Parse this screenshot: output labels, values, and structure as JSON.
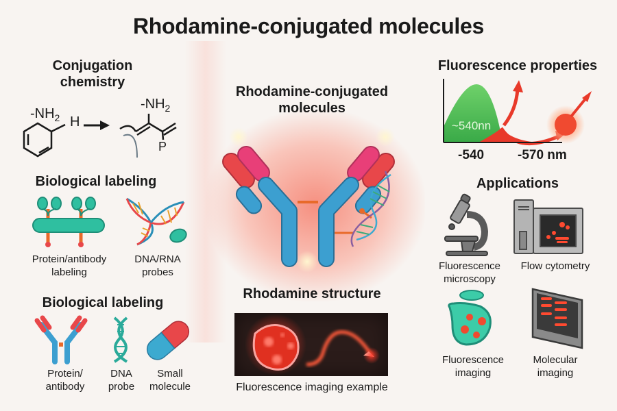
{
  "title": "Rhodamine-conjugated molecules",
  "sections": {
    "conjugation": {
      "heading": "Conjugation chemistry",
      "heading_lines": [
        "Conjugation",
        "chemistry"
      ],
      "reactant_group": "-NH2",
      "reactant_h": "H",
      "product_group": "-NH2",
      "product_p": "P"
    },
    "bio_labeling_1": {
      "heading": "Biological labeling",
      "items": [
        {
          "label_lines": [
            "Protein/antibody",
            "labeling"
          ],
          "icon": "protein-antibody-label-icon"
        },
        {
          "label_lines": [
            "DNA/RNA",
            "probes"
          ],
          "icon": "dna-rna-probe-icon"
        }
      ]
    },
    "bio_labeling_2": {
      "heading": "Biological labeling",
      "items": [
        {
          "label_lines": [
            "Protein/",
            "antibody"
          ],
          "icon": "antibody-icon"
        },
        {
          "label_lines": [
            "DNA",
            "probe"
          ],
          "icon": "dna-helix-icon"
        },
        {
          "label_lines": [
            "Small",
            "molecule"
          ],
          "icon": "capsule-icon"
        }
      ]
    },
    "center": {
      "heading_lines": [
        "Rhodamine-conjugated",
        "molecules"
      ],
      "structure_heading": "Rhodamine structure",
      "imaging_caption": "Fluorescence imaging example"
    },
    "fluorescence": {
      "heading": "Fluorescence properties",
      "peak_label": "~540nn",
      "axis_labels": [
        "-540",
        "-570 nm"
      ]
    },
    "applications": {
      "heading": "Applications",
      "items": [
        {
          "label_lines": [
            "Fluorescence",
            "microscopy"
          ],
          "icon": "microscope-icon"
        },
        {
          "label_lines": [
            "Flow cytometry"
          ],
          "icon": "flow-cytometer-icon"
        },
        {
          "label_lines": [
            "Fluorescence",
            "imaging"
          ],
          "icon": "cell-imaging-icon"
        },
        {
          "label_lines": [
            "Molecular",
            "imaging"
          ],
          "icon": "molecular-imaging-panel-icon"
        }
      ]
    }
  },
  "colors": {
    "background": "#f8f4f1",
    "teal": "#2fbfa0",
    "blue": "#3c9fd0",
    "red": "#e8474a",
    "pink": "#e83f78",
    "orange": "#e86a2a",
    "green": "#5cc45a",
    "gray": "#8a8a8a"
  }
}
